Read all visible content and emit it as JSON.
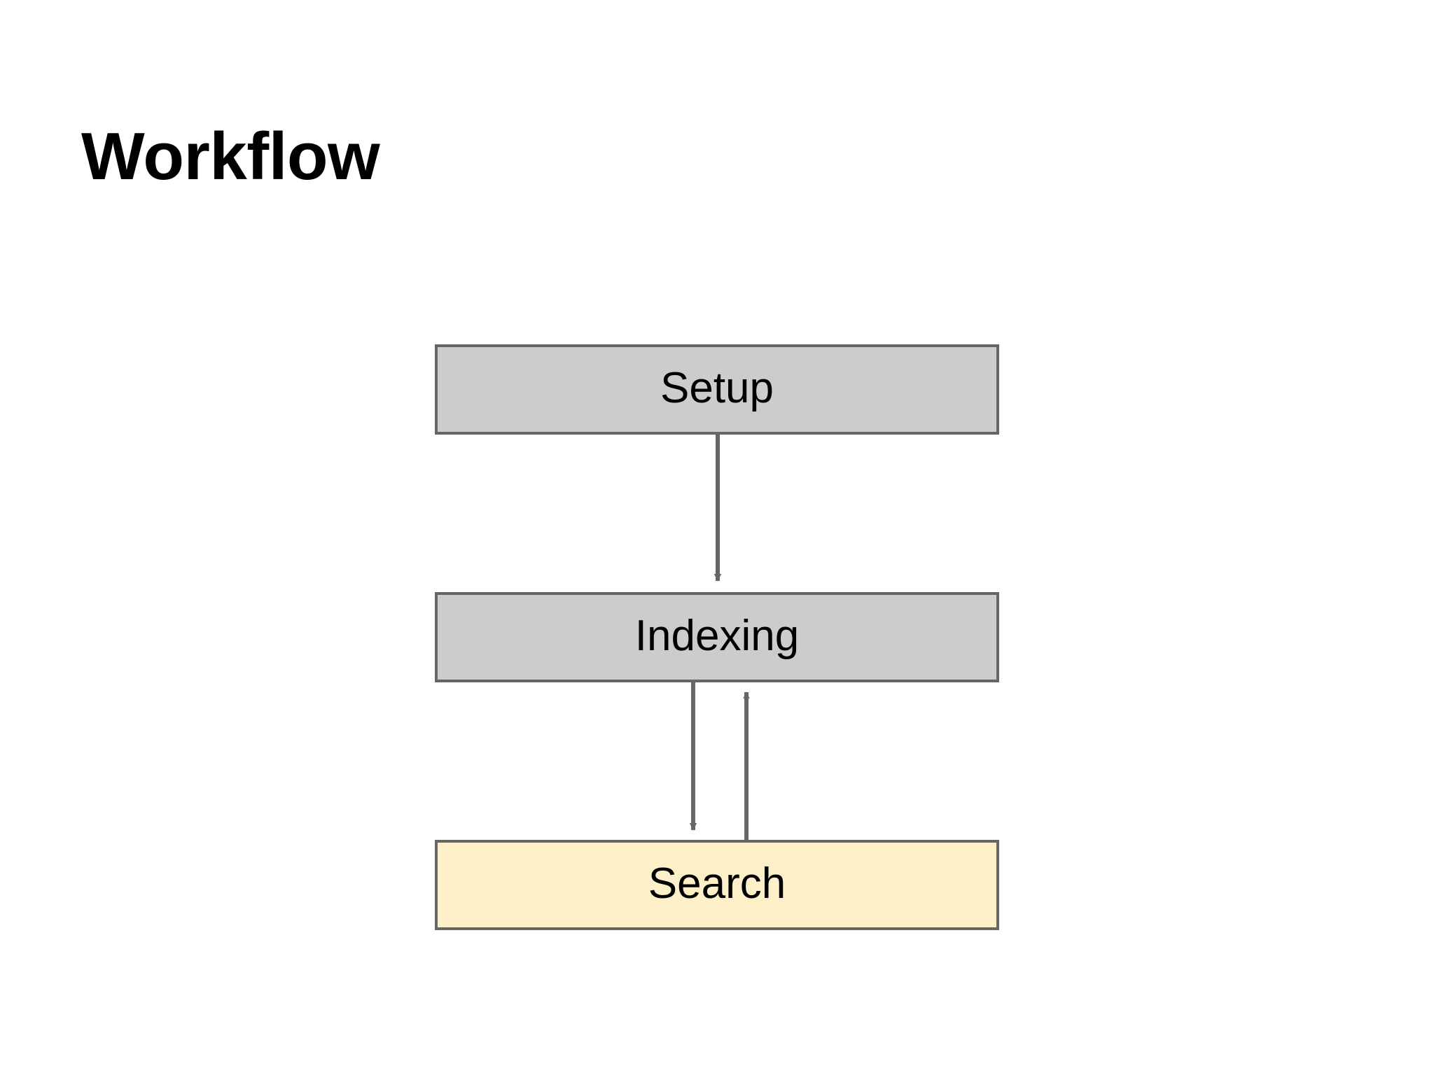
{
  "page": {
    "title": "Workflow",
    "background_color": "#ffffff"
  },
  "diagram": {
    "type": "flowchart",
    "orientation": "vertical",
    "nodes": [
      {
        "id": "setup",
        "label": "Setup",
        "shape": "rectangle",
        "fill_color": "#cccccc",
        "border_color": "#666666"
      },
      {
        "id": "indexing",
        "label": "Indexing",
        "shape": "rectangle",
        "fill_color": "#cccccc",
        "border_color": "#666666"
      },
      {
        "id": "search",
        "label": "Search",
        "shape": "rectangle",
        "fill_color": "#fdf0c8",
        "border_color": "#666666"
      }
    ],
    "edges": [
      {
        "id": "setup-to-indexing",
        "from": "setup",
        "to": "indexing",
        "label": "",
        "arrowhead": "end",
        "color": "#666666"
      },
      {
        "id": "indexing-to-search",
        "from": "indexing",
        "to": "search",
        "label": "",
        "arrowhead": "end",
        "color": "#666666"
      },
      {
        "id": "search-to-indexing",
        "from": "search",
        "to": "indexing",
        "label": "",
        "arrowhead": "end",
        "color": "#666666"
      }
    ]
  }
}
